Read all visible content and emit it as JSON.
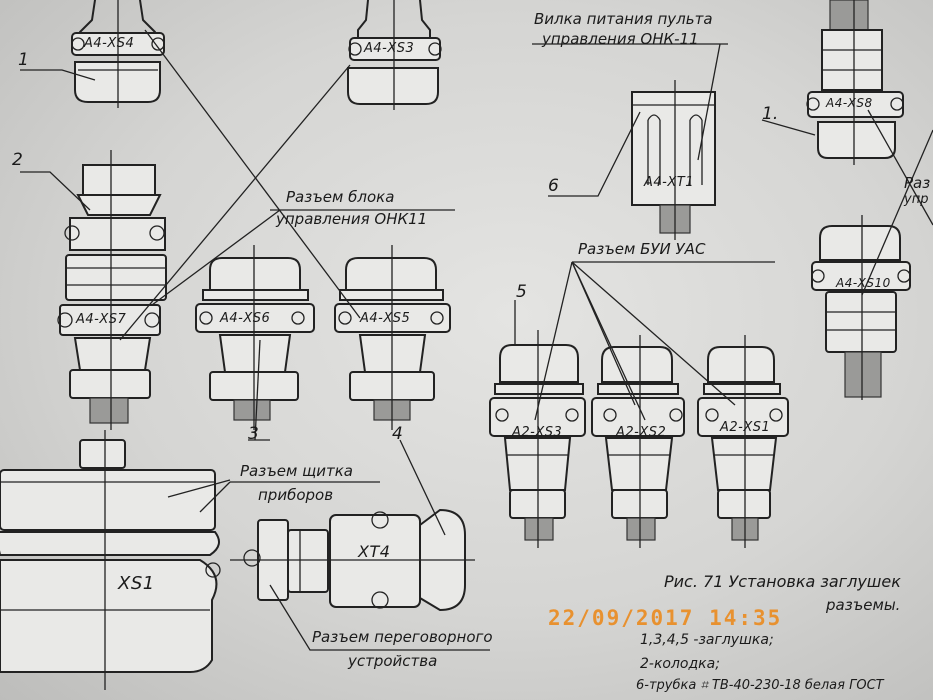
{
  "labels": {
    "a4_xs4": "А4-XS4",
    "a4_xs3": "А4-XS3",
    "a4_xs7": "А4-XS7",
    "a4_xs6": "А4-XS6",
    "a4_xs5": "А4-XS5",
    "a4_xs8": "А4-XS8",
    "a4_xs10": "А4-XS10",
    "a4_xt1": "А4-XT1",
    "a2_xs3": "А2-XS3",
    "a2_xs2": "А2-XS2",
    "a2_xs1": "А2-XS1",
    "xt4": "XT4",
    "xs1": "XS1"
  },
  "captions": {
    "pult_1": "Вилка питания пульта",
    "pult_2": "управления ОНК-11",
    "block_1": "Разъем блока",
    "block_2": "управления ОНК11",
    "bui": "Разъем БУИ УАС",
    "shchitok_1": "Разъем щитка",
    "shchitok_2": "приборов",
    "peregov_1": "Разъем переговорного",
    "peregov_2": "устройства",
    "right_edge_1": "Раз",
    "right_edge_2": "упр"
  },
  "numbers": {
    "n1_left": "1",
    "n2": "2",
    "n3": "3",
    "n4": "4",
    "n5": "5",
    "n6": "6",
    "n1_right": "1."
  },
  "figure": {
    "title": "Рис. 71  Установка заглушек",
    "title_2": "разъемы.",
    "legend_1": "1,3,4,5 -заглушка;",
    "legend_2": "2-колодка;",
    "legend_3": "6-трубка ⌗ ТВ-40-230-18 белая ГОСТ"
  },
  "stamp": "22/09/2017  14:35",
  "colors": {
    "paper": "#d9d9d7",
    "ink": "#222222",
    "stamp": "#e8912f"
  }
}
